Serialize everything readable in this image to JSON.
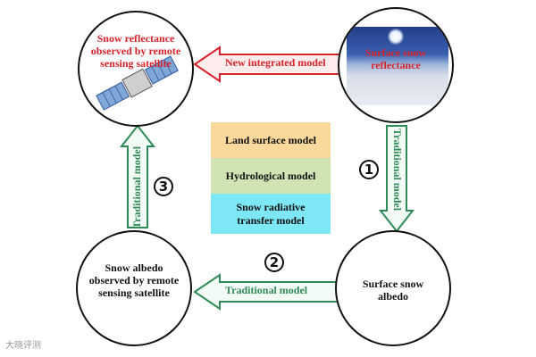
{
  "nodes": {
    "top_left": "Snow reflectance observed by remote sensing satellite",
    "top_right": "Surface snow reflectance",
    "bottom_left": "Snow albedo observed by remote sensing satellite",
    "bottom_right": "Surface snow albedo"
  },
  "arrows": {
    "top": "New integrated model",
    "bottom": "Traditional model",
    "left": "Traditional model",
    "right": "Traditional model"
  },
  "models": [
    {
      "label": "Land surface model",
      "color": "#fbd89c"
    },
    {
      "label": "Hydrological model",
      "color": "#cfe3b3"
    },
    {
      "label": "Snow radiative transfer model",
      "color": "#7ee7f5"
    }
  ],
  "steps": [
    "1",
    "2",
    "3"
  ],
  "colors": {
    "red_arrow": "#d8232a",
    "green_arrow": "#2e8b57"
  },
  "watermark": "大晓评测"
}
